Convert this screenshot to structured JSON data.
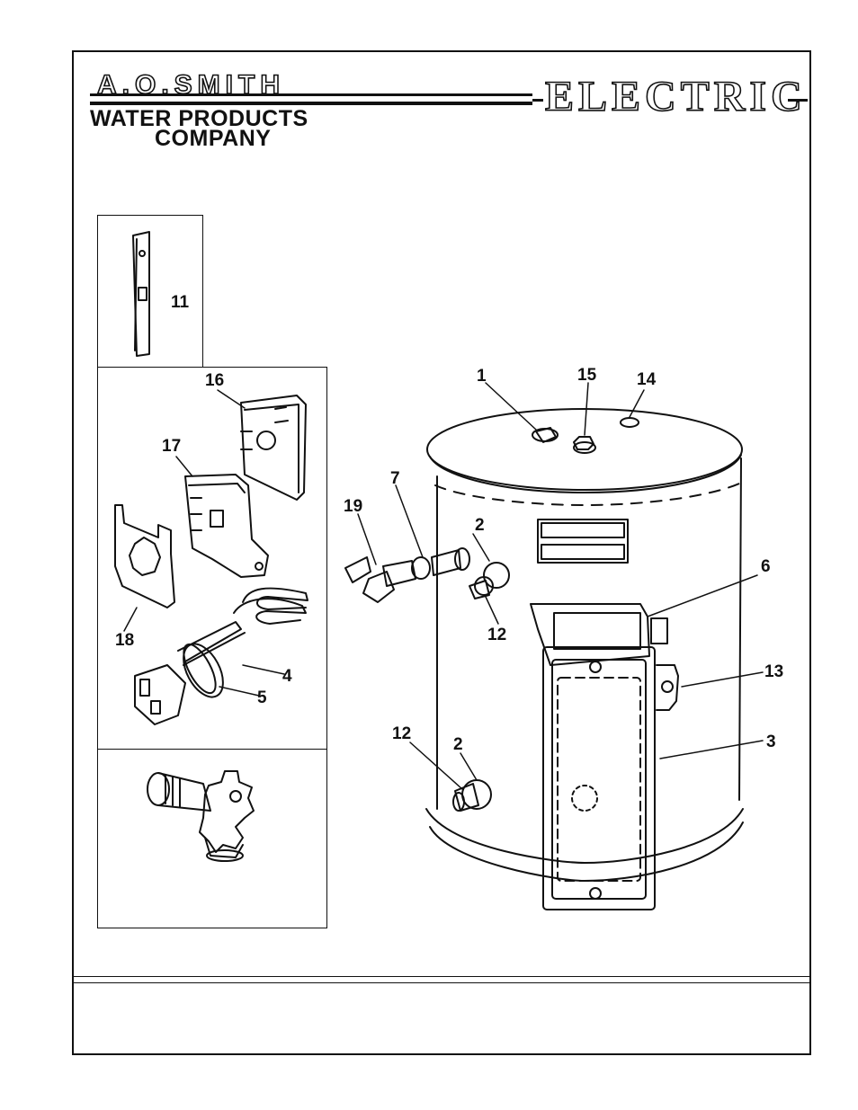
{
  "header": {
    "logo": "A.O.SMITH",
    "company_line1": "WATER PRODUCTS",
    "company_line2": "COMPANY",
    "fuel_type": "ELECTRIC"
  },
  "callouts": {
    "c1": "1",
    "c2a": "2",
    "c2b": "2",
    "c3": "3",
    "c4": "4",
    "c5": "5",
    "c6": "6",
    "c7": "7",
    "c11": "11",
    "c12a": "12",
    "c12b": "12",
    "c13": "13",
    "c14": "14",
    "c15": "15",
    "c16": "16",
    "c17": "17",
    "c18": "18",
    "c19": "19"
  },
  "icons": [
    "heater-tank-icon",
    "drain-valve-icon",
    "thermostat-icon",
    "heating-element-icon",
    "bracket-icon",
    "cover-plate-icon"
  ]
}
